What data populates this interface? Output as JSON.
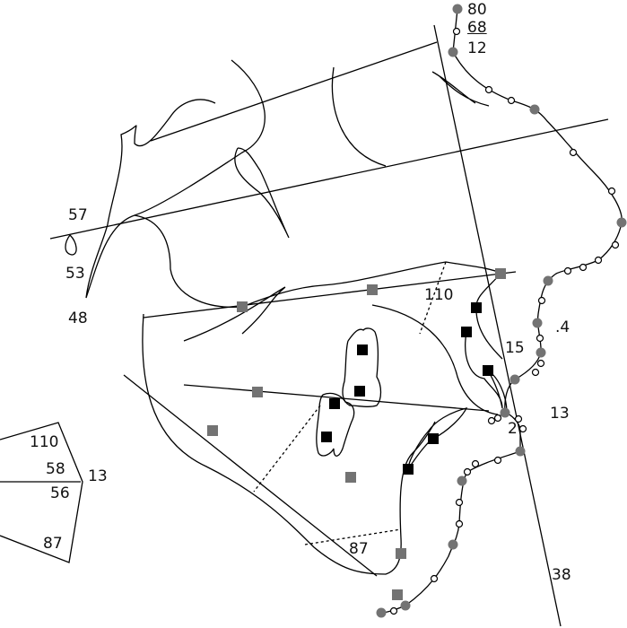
{
  "colors": {
    "line": "#000000",
    "landmark_gray": "#737373",
    "landmark_black": "#000000",
    "point_white": "#ffffff"
  },
  "labels": {
    "top_80": "80",
    "top_68": "68",
    "top_12": "12",
    "left_57": "57",
    "left_53": "53",
    "left_48": "48",
    "mid_110": "110",
    "right_15": "15",
    "right_04": ".4",
    "right_13": "13",
    "right_2": "2",
    "wedge_110": "110",
    "wedge_58": "58",
    "wedge_56": "56",
    "wedge_13": "13",
    "wedge_87": "87",
    "bottom_87": "87",
    "bottom_38": "38"
  }
}
